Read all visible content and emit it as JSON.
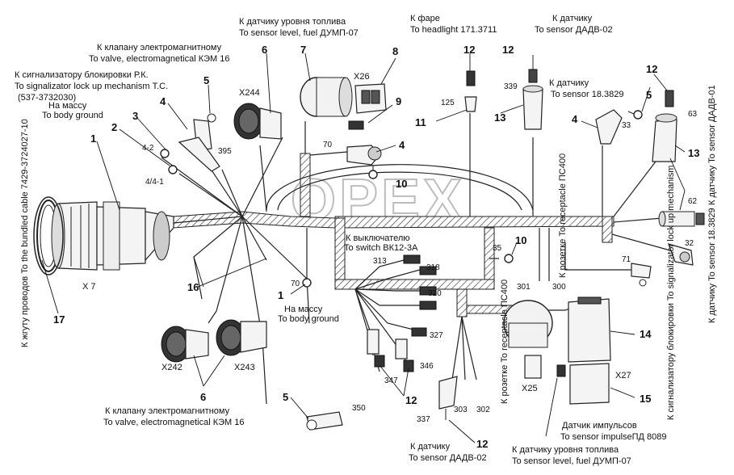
{
  "watermark": "OPEX",
  "labels": {
    "sensor_fuel_top_ru": "К датчику уровня топлива",
    "sensor_fuel_top_en": "To sensor level, fuel ДУМП-07",
    "headlight_ru": "К фаре",
    "headlight_en": "To headlight 171.3711",
    "sensor_dadv_top_ru": "К датчику",
    "sensor_dadv_top_en": "To sensor ДАДВ-02",
    "valve_top_ru": "К клапану электромагнитному",
    "valve_top_en": "To valve, electromagnetical КЭМ 16",
    "signalizator_ru": "К сигнализатору блокировки Р.К.",
    "signalizator_en": "To signalizator lock up mechanism Т.С.",
    "signalizator_code": "(537-3732030)",
    "ground_top_ru": "На массу",
    "ground_top_en": "To body ground",
    "sensor_18_top_ru": "К датчику",
    "sensor_18_top_en": "To sensor 18.3829",
    "sensor_dadv01": "К датчику To sensor ДАДВ-01",
    "sensor_18_right": "К датчику To sensor 18.3829",
    "switch_ru": "К выключателю",
    "switch_en": "To switch ВК12-3А",
    "receptacle_right": "К розетке To receptacle ПС400",
    "receptacle_mid": "К розетке To receptacle ПС400",
    "signalizator_right": "К сигнализатору блокировки To signalizator lock up mechanism",
    "bundled_cable": "К жгуту проводов To the bundled cable 7429-3724027-10",
    "ground_mid_ru": "На массу",
    "ground_mid_en": "To body ground",
    "valve_bottom_ru": "К клапану электромагнитному",
    "valve_bottom_en": "To valve, electromagnetical КЭМ 16",
    "impulse_ru": "Датчик импульсов",
    "impulse_en": "To sensor impulseПД 8089",
    "sensor_dadv_bottom_ru": "К датчику",
    "sensor_dadv_bottom_en": "To sensor ДАДВ-02",
    "sensor_fuel_bottom_ru": "К датчику уровня топлива",
    "sensor_fuel_bottom_en": "To sensor level, fuel ДУМП-07"
  },
  "connectors": {
    "x7": "X 7",
    "x26": "X26",
    "x244": "X244",
    "x242": "X242",
    "x243": "X243",
    "x25": "X25",
    "x27": "X27"
  },
  "wire_numbers": {
    "w4_2": "4-2",
    "w4_4_1": "4/4-1",
    "w395": "395",
    "w70_top": "70",
    "w125": "125",
    "w339": "339",
    "w33": "33",
    "w63": "63",
    "w62": "62",
    "w32": "32",
    "w71": "71",
    "w35": "35",
    "w301": "301",
    "w300": "300",
    "w313": "313",
    "w318": "318",
    "w320": "320",
    "w327": "327",
    "w346": "346",
    "w347": "347",
    "w70_mid": "70",
    "w350": "350",
    "w337": "337",
    "w303": "303",
    "w302": "302"
  },
  "callouts": {
    "c1_left": "1",
    "c2": "2",
    "c3": "3",
    "c4_left": "4",
    "c5_top": "5",
    "c6_top": "6",
    "c7": "7",
    "c8": "8",
    "c9": "9",
    "c4_mid": "4",
    "c10_top": "10",
    "c11": "11",
    "c12_a": "12",
    "c12_b": "12",
    "c13_a": "13",
    "c4_right": "4",
    "c5_right": "5",
    "c12_c": "12",
    "c13_b": "13",
    "c16": "16",
    "c17": "17",
    "c1_mid": "1",
    "c10_mid": "10",
    "c6_bottom": "6",
    "c5_bottom": "5",
    "c12_d": "12",
    "c12_e": "12",
    "c14": "14",
    "c15": "15"
  }
}
